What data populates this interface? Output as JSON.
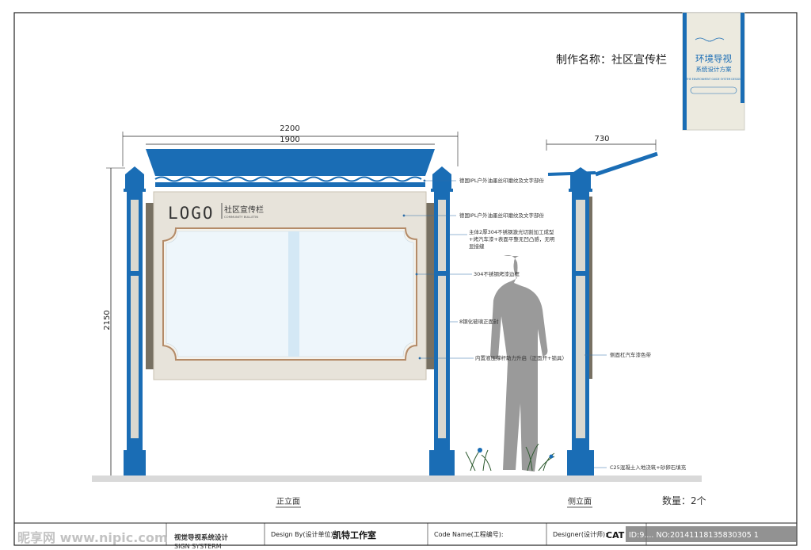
{
  "header": {
    "title": "制作名称：社区宣传栏",
    "brand_title": "环境导视",
    "brand_subtitle": "系统设计方案",
    "brand_en": "THE ENVIRONMENT GUIDE SYSTEM DESIGN"
  },
  "dimensions": {
    "width_total": "2200",
    "width_inner": "1900",
    "height": "2150",
    "side_depth": "730"
  },
  "sign": {
    "logo": "LOGO",
    "name_cn": "社区宣传栏",
    "name_en": "COMMUNITY BULLETIN"
  },
  "annotations": {
    "a1": "德国IPL户外油墨丝印磨纹及文字部份",
    "a2": "德国IPL户外油墨丝印磨纹及文字部份",
    "a3_line1": "主体2厚304不锈钢激光切割加工成型",
    "a3_line2": "+烤汽车漆+表面平整无凹凸感，无明",
    "a3_line3": "显接缝",
    "a4": "304不锈钢烤漆边框",
    "a5": "8钢化玻璃正面封",
    "a6": "内置液压撑杆助力升启（正面开+锁具）",
    "a7": "侧面杠汽车漆色带",
    "a8": "C25混凝土入地浇筑+砂卵石填充"
  },
  "views": {
    "front": "正立面",
    "side": "侧立面"
  },
  "quantity": "数量：2个",
  "title_block": {
    "col1_cn": "视觉导视系统设计",
    "col1_en": "SIGN SYSTERM",
    "designby_label": "Design By(设计单位):",
    "designby_value": "凯特工作室",
    "code_label": "Code Name(工程编号):",
    "designer_label": "Designer(设计师):",
    "designer_value": "CAT",
    "id_text": "ID:9.... NO:20141118135830305 1"
  },
  "watermark": "昵享网 www.nipic.com",
  "colors": {
    "blue": "#1a6db5",
    "panel": "#e7e3da",
    "silhouette": "#9a9a9a"
  }
}
